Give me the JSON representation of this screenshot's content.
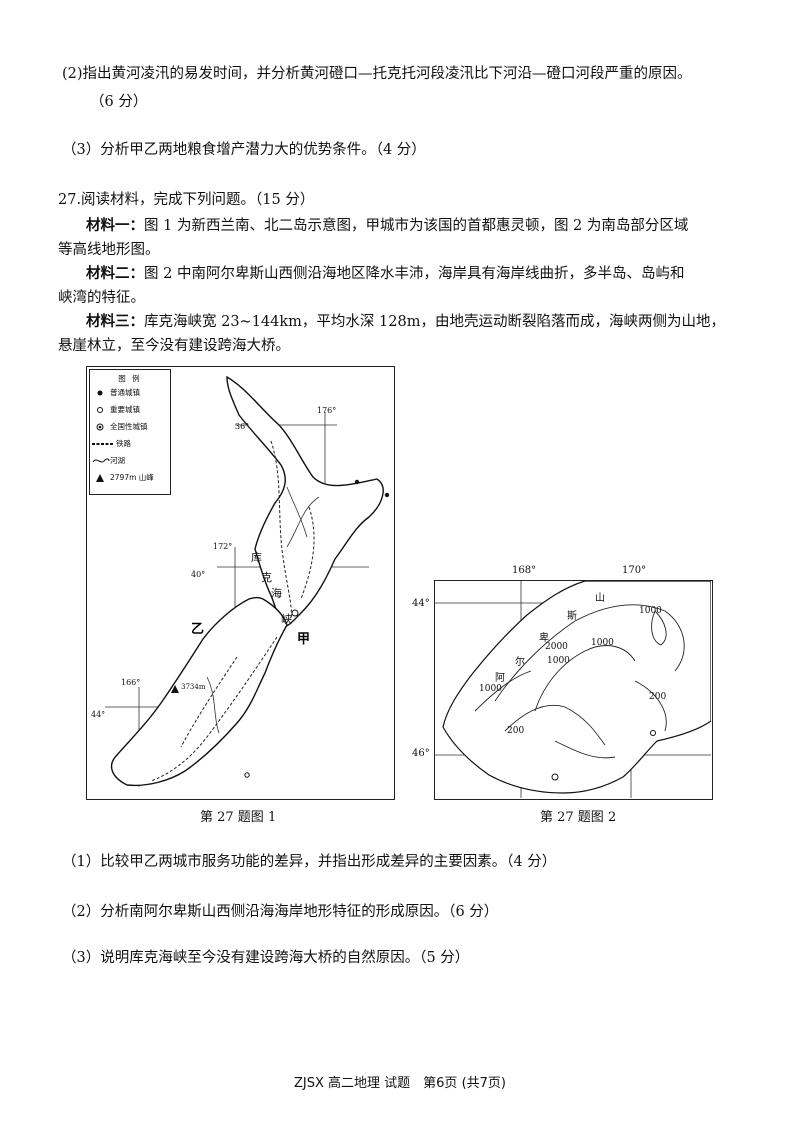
{
  "q2_line1": "(2)指出黄河凌汛的易发时间，并分析黄河磴口—托克托河段凌汛比下河沿—磴口河段严重的原因。",
  "q2_line2": "（6 分）",
  "q3": "（3）分析甲乙两地粮食增产潜力大的优势条件。（4 分）",
  "q27_head": "27.阅读材料，完成下列问题。（15 分）",
  "m1_label": "材料一：",
  "m1_text_a": "图 1 为新西兰南、北二岛示意图，甲城市为该国的首都惠灵顿，图 2 为南岛部分区域",
  "m1_text_b": "等高线地形图。",
  "m2_label": "材料二：",
  "m2_text_a": "图 2 中南阿尔卑斯山西侧沿海地区降水丰沛，海岸具有海岸线曲折，多半岛、岛屿和",
  "m2_text_b": "峡湾的特征。",
  "m3_label": "材料三：",
  "m3_text_a": "库克海峡宽 23~144km，平均水深 128m，由地壳运动断裂陷落而成，海峡两侧为山地，",
  "m3_text_b": "悬崖林立，至今没有建设跨海大桥。",
  "map1": {
    "legend_title": "图 例",
    "legend_items": [
      "普通城镇",
      "重要城镇",
      "全国性城镇",
      "铁路",
      "河湖",
      "2797m 山峰"
    ],
    "lat36": "36°",
    "lon176": "176°",
    "lon172": "172°",
    "lat40": "40°",
    "lon166": "166°",
    "lat44": "44°",
    "strait_chars": [
      "库",
      "克",
      "海",
      "峡"
    ],
    "city_jia": "甲",
    "city_yi": "乙",
    "peak": "3734m"
  },
  "map2": {
    "lon168": "168°",
    "lon170": "170°",
    "lat44": "44°",
    "lat46": "46°",
    "contours": [
      "1000",
      "2000",
      "1000",
      "1000",
      "1000",
      "200",
      "200"
    ],
    "range_chars": [
      "山",
      "斯",
      "卑",
      "尔",
      "阿"
    ]
  },
  "caption1": "第 27 题图 1",
  "caption2": "第 27 题图 2",
  "q27_1": "（1）比较甲乙两城市服务功能的差异，并指出形成差异的主要因素。（4 分）",
  "q27_2": "（2）分析南阿尔卑斯山西侧沿海海岸地形特征的形成原因。（6 分）",
  "q27_3": "（3）说明库克海峡至今没有建设跨海大桥的自然原因。（5 分）",
  "footer": "ZJSX 高二地理 试题　第6页 (共7页)"
}
